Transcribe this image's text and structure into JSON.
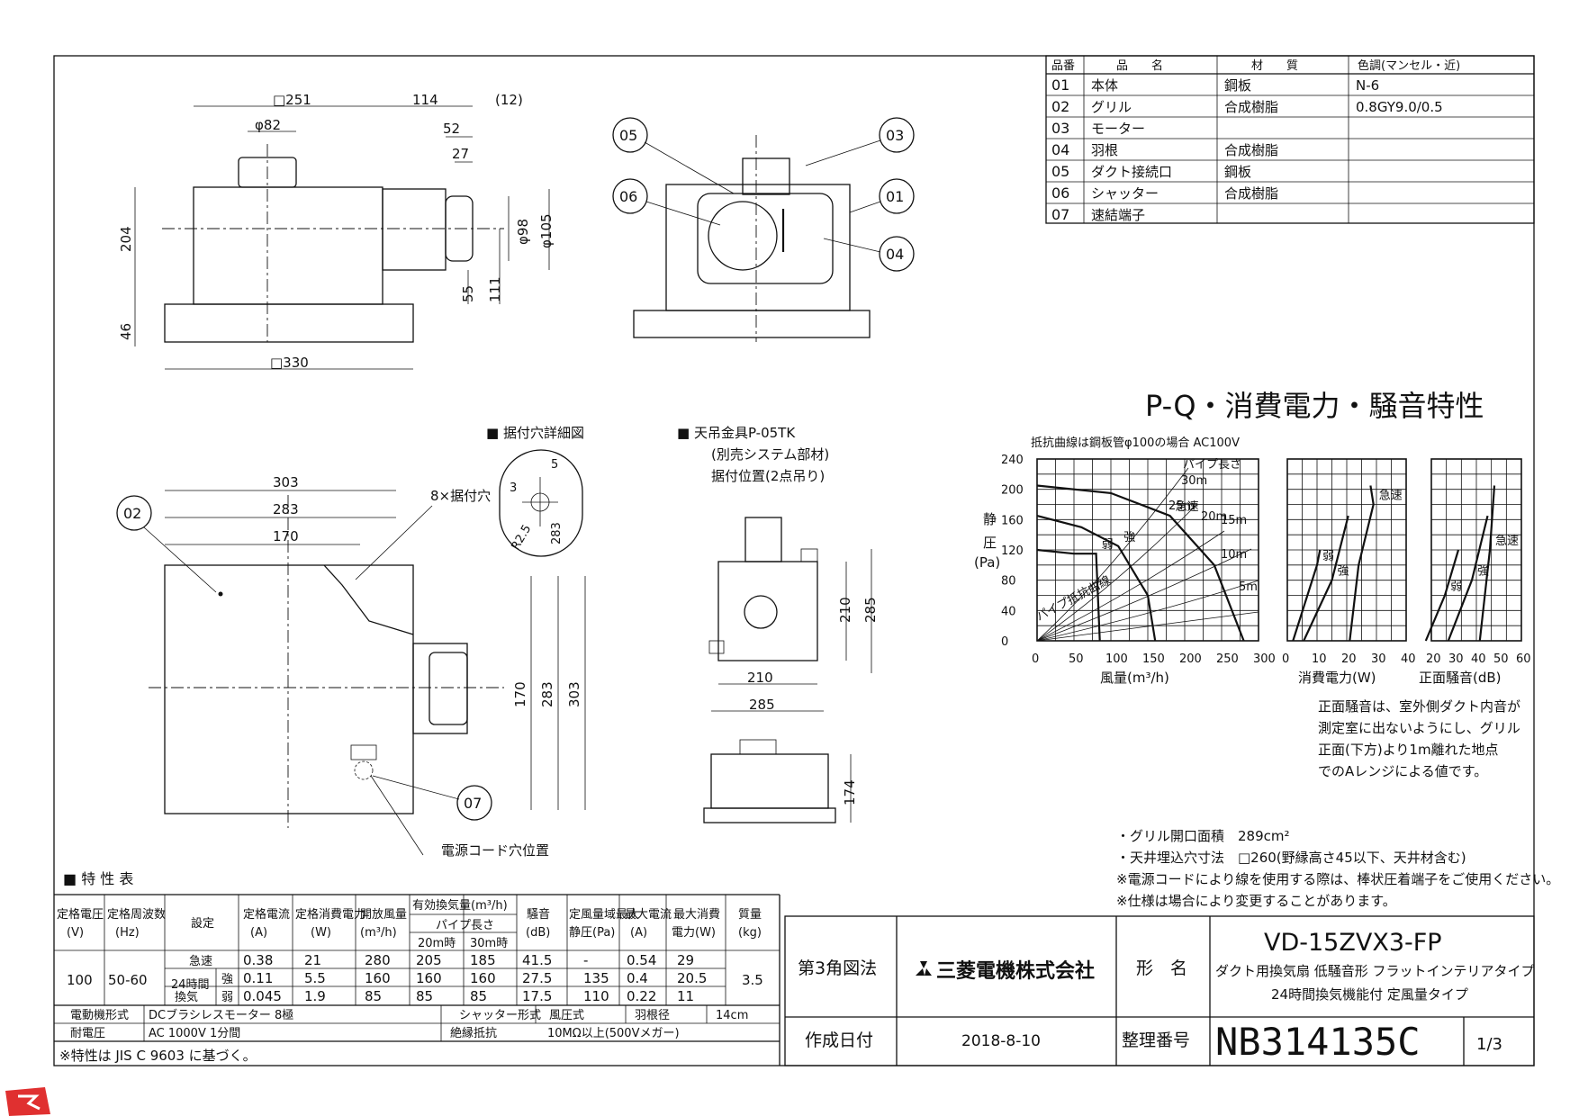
{
  "parts_table": {
    "headers": [
      "品番",
      "品　　名",
      "材　　質",
      "色調(マンセル・近)"
    ],
    "rows": [
      [
        "01",
        "本体",
        "鋼板",
        "N-6"
      ],
      [
        "02",
        "グリル",
        "合成樹脂",
        "0.8GY9.0/0.5"
      ],
      [
        "03",
        "モーター",
        "",
        ""
      ],
      [
        "04",
        "羽根",
        "合成樹脂",
        ""
      ],
      [
        "05",
        "ダクト接続口",
        "鋼板",
        ""
      ],
      [
        "06",
        "シャッター",
        "合成樹脂",
        ""
      ],
      [
        "07",
        "速結端子",
        "",
        ""
      ]
    ]
  },
  "top_view": {
    "dims": [
      "□251",
      "114",
      "(12)",
      "φ82",
      "52",
      "27",
      "204",
      "φ98",
      "φ105",
      "55",
      "111",
      "46",
      "□330"
    ],
    "callouts": [
      "05",
      "06",
      "03",
      "01",
      "04"
    ]
  },
  "mount_hole": {
    "title": "■ 据付穴詳細図",
    "dims": [
      "5",
      "3",
      "R2.5",
      "283",
      "8×据付穴"
    ]
  },
  "hanger": {
    "title": "■ 天吊金具P-05TK",
    "note1": "(別売システム部材)",
    "note2": "据付位置(2点吊り)",
    "dims": [
      "210",
      "285",
      "210",
      "285",
      "174"
    ]
  },
  "bottom_view": {
    "dims": [
      "303",
      "283",
      "170",
      "170",
      "283",
      "303"
    ],
    "callouts": [
      "02",
      "07"
    ],
    "cord_label": "電源コード穴位置"
  },
  "pq_chart": {
    "title": "P-Q・消費電力・騒音特性",
    "subtitle": "抵抗曲線は鋼板管φ100の場合 AC100V",
    "y_label_chars": [
      "静",
      "圧"
    ],
    "y_unit": "(Pa)",
    "y_ticks": [
      "240",
      "200",
      "160",
      "120",
      "80",
      "40",
      "0"
    ],
    "x1_ticks": [
      "0",
      "50",
      "100",
      "150",
      "200",
      "250",
      "300"
    ],
    "x1_label": "風量(m³/h)",
    "x2_ticks": [
      "0",
      "10",
      "20",
      "30",
      "40"
    ],
    "x2_label": "消費電力(W)",
    "x3_ticks": [
      "20",
      "30",
      "40",
      "50",
      "60"
    ],
    "x3_label": "正面騒音(dB)",
    "pipe_label": "パイプ長さ",
    "pipe_ticks": [
      "30m",
      "25m",
      "20m",
      "15m",
      "10m",
      "5m"
    ],
    "mode_labels": [
      "急速",
      "強",
      "弱"
    ],
    "pipe_resist_label": "パイプ抵抗曲線",
    "note_lines": [
      "正面騒音は、室外側ダクト内音が",
      "測定室に出ないようにし、グリル",
      "正面(下方)より1m離れた地点",
      "でのAレンジによる値です。"
    ]
  },
  "chart_data": {
    "type": "line",
    "subtitle": "抵抗曲線は鋼板管φ100の場合 AC100V",
    "ylabel": "静圧(Pa)",
    "ylim": [
      0,
      240
    ],
    "panels": [
      {
        "xlabel": "風量(m³/h)",
        "xlim": [
          0,
          300
        ],
        "series": [
          {
            "name": "急速",
            "x": [
              0,
              100,
              180,
              240,
              280
            ],
            "y": [
              205,
              195,
              165,
              100,
              0
            ]
          },
          {
            "name": "強",
            "x": [
              0,
              60,
              110,
              150,
              160
            ],
            "y": [
              165,
              150,
              125,
              60,
              0
            ]
          },
          {
            "name": "弱",
            "x": [
              0,
              50,
              80,
              85
            ],
            "y": [
              120,
              115,
              115,
              0
            ]
          }
        ]
      },
      {
        "xlabel": "消費電力(W)",
        "xlim": [
          0,
          40
        ],
        "series": [
          {
            "name": "急速",
            "x": [
              21,
              24,
              29,
              28
            ],
            "y": [
              0,
              100,
              180,
              205
            ]
          },
          {
            "name": "強",
            "x": [
              5.5,
              15,
              20.5
            ],
            "y": [
              0,
              80,
              165
            ]
          },
          {
            "name": "弱",
            "x": [
              1.9,
              10,
              11
            ],
            "y": [
              0,
              100,
              120
            ]
          }
        ]
      },
      {
        "xlabel": "正面騒音(dB)",
        "xlim": [
          20,
          60
        ],
        "series": [
          {
            "name": "急速",
            "x": [
              41.5,
              46,
              48
            ],
            "y": [
              0,
              120,
              205
            ]
          },
          {
            "name": "強",
            "x": [
              27.5,
              38,
              45
            ],
            "y": [
              0,
              80,
              165
            ]
          },
          {
            "name": "弱",
            "x": [
              17.5,
              26,
              32
            ],
            "y": [
              0,
              60,
              120
            ]
          }
        ]
      }
    ]
  },
  "spec_notes": [
    "・グリル開口面積　289cm²",
    "・天井埋込穴寸法　□260(野縁高さ45以下、天井材含む)",
    "※電源コードにより線を使用する際は、棒状圧着端子をご使用ください。",
    "※仕様は場合により変更することがあります。"
  ],
  "spec_table": {
    "title": "■ 特 性 表",
    "h": {
      "voltage": [
        "定格電圧",
        "(V)"
      ],
      "freq": [
        "定格周波数",
        "(Hz)"
      ],
      "setting": "設定",
      "current": [
        "定格電流",
        "(A)"
      ],
      "power": [
        "定格消費電力",
        "(W)"
      ],
      "airflow": [
        "開放風量",
        "(m³/h)"
      ],
      "eff": "有効換気量(m³/h)",
      "pipe": "パイプ長さ",
      "p20": "20m時",
      "p30": "30m時",
      "noise": [
        "騒音",
        "(dB)"
      ],
      "static": [
        "定風量域最大",
        "静圧(Pa)"
      ],
      "maxcur": [
        "最大電流",
        "(A)"
      ],
      "maxpow": [
        "最大消費",
        "電力(W)"
      ],
      "mass": [
        "質量",
        "(kg)"
      ]
    },
    "voltage": "100",
    "freq": "50-60",
    "mass": "3.5",
    "mode24": [
      "24時間",
      "換気"
    ],
    "rows": [
      [
        "急速",
        "0.38",
        "21",
        "280",
        "205",
        "185",
        "41.5",
        "-",
        "0.54",
        "29"
      ],
      [
        "強",
        "0.11",
        "5.5",
        "160",
        "160",
        "160",
        "27.5",
        "135",
        "0.4",
        "20.5"
      ],
      [
        "弱",
        "0.045",
        "1.9",
        "85",
        "85",
        "85",
        "17.5",
        "110",
        "0.22",
        "11"
      ]
    ],
    "motor_label": "電動機形式",
    "motor": "DCブラシレスモーター 8極",
    "shutter_label": "シャッター形式",
    "shutter": "風圧式",
    "blade_label": "羽根径",
    "blade": "14cm",
    "withstand_label": "耐電圧",
    "withstand": "AC 1000V 1分間",
    "insul_label": "絶縁抵抗",
    "insul": "10MΩ以上(500Vメガー)",
    "footnote": "※特性は JIS C 9603 に基づく。"
  },
  "title_block": {
    "projection": "第3角図法",
    "company": "三菱電機株式会社",
    "name_label": "形　名",
    "model": "VD-15ZVX3-FP",
    "desc1": "ダクト用換気扇 低騒音形 フラットインテリアタイプ",
    "desc2": "24時間換気機能付 定風量タイプ",
    "date_label": "作成日付",
    "date": "2018-8-10",
    "number_label": "整理番号",
    "number": "NB314135C",
    "page": "1/3"
  },
  "colors": {
    "line": "#111111",
    "logo": "#e03030"
  }
}
